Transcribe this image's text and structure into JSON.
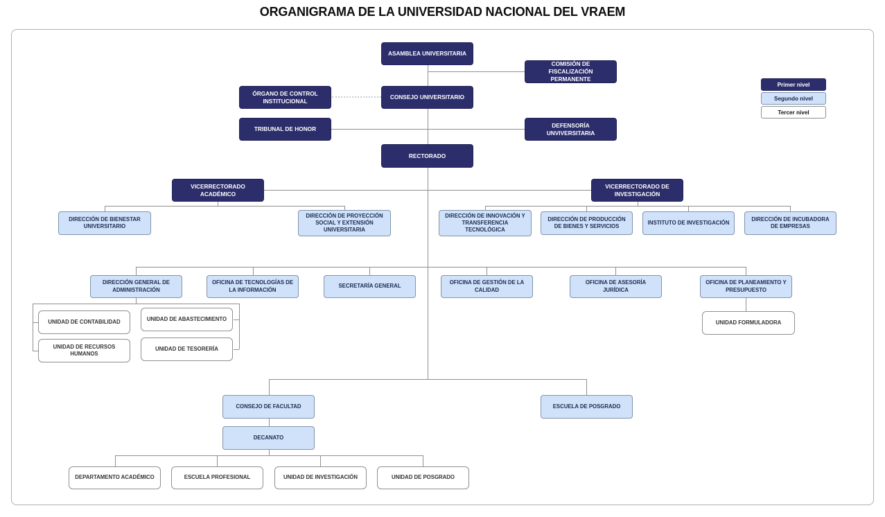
{
  "title": "ORGANIGRAMA DE LA UNIVERSIDAD NACIONAL DEL VRAEM",
  "legend": {
    "primer": "Primer nivel",
    "segundo": "Segundo nivel",
    "tercer": "Tercer nivel"
  },
  "colors": {
    "primer_nivel": "#2c2d6b",
    "segundo_nivel": "#cfe2f9",
    "tercer_nivel": "#ffffff",
    "connector": "#8f8f8f"
  },
  "nodes": {
    "asamblea": {
      "label": "ASAMBLEA UNIVERSITARIA",
      "level": 1
    },
    "comision": {
      "label": "COMISIÓN DE FISCALIZACIÓN PERMANENTE",
      "level": 1
    },
    "organo": {
      "label": "ÓRGANO DE CONTROL INSTITUCIONAL",
      "level": 1
    },
    "consejo_u": {
      "label": "CONSEJO UNIVERSITARIO",
      "level": 1
    },
    "tribunal": {
      "label": "TRIBUNAL DE HONOR",
      "level": 1
    },
    "defensoria": {
      "label": "DEFENSORÍA UNVIVERSITARIA",
      "level": 1
    },
    "rectorado": {
      "label": "RECTORADO",
      "level": 1
    },
    "vra": {
      "label": "VICERRECTORADO ACADÉMICO",
      "level": 1
    },
    "vri": {
      "label": "VICERRECTORADO DE INVESTIGACIÓN",
      "level": 1
    },
    "bienestar": {
      "label": "DIRECCIÓN DE BIENESTAR UNIVERSITARIO",
      "level": 2
    },
    "proyeccion": {
      "label": "DIRECCIÓN DE PROYECCIÓN SOCIAL Y EXTENSIÓN UNIVERSITARIA",
      "level": 2
    },
    "innovacion": {
      "label": "DIRECCIÓN DE INNOVACIÓN Y TRANSFERENCIA TECNOLÓGICA",
      "level": 2
    },
    "produccion": {
      "label": "DIRECCIÓN DE PRODUCCIÓN DE BIENES Y SERVICIOS",
      "level": 2
    },
    "instituto": {
      "label": "INSTITUTO DE INVESTIGACIÓN",
      "level": 2
    },
    "incubadora": {
      "label": "DIRECCIÓN DE INCUBADORA DE EMPRESAS",
      "level": 2
    },
    "dga": {
      "label": "DIRECCIÓN GENERAL DE ADMINISTRACIÓN",
      "level": 2
    },
    "oti": {
      "label": "OFICINA DE TECNOLOGÍAS DE LA INFORMACIÓN",
      "level": 2
    },
    "secretaria": {
      "label": "SECRETARÍA GENERAL",
      "level": 2
    },
    "calidad": {
      "label": "OFICINA DE GESTIÓN DE LA CALIDAD",
      "level": 2
    },
    "juridica": {
      "label": "OFICINA DE ASESORÍA JURÍDICA",
      "level": 2
    },
    "planeamiento": {
      "label": "OFICINA DE PLANEAMIENTO Y PRESUPUESTO",
      "level": 2
    },
    "contabilidad": {
      "label": "UNIDAD DE CONTABILIDAD",
      "level": 3
    },
    "abastecimiento": {
      "label": "UNIDAD DE ABASTECIMIENTO",
      "level": 3
    },
    "rrhh": {
      "label": "UNIDAD DE RECURSOS HUMANOS",
      "level": 3
    },
    "tesoreria": {
      "label": "UNIDAD DE TESORERÍA",
      "level": 3
    },
    "formuladora": {
      "label": "UNIDAD FORMULADORA",
      "level": 3
    },
    "consejo_f": {
      "label": "CONSEJO DE FACULTAD",
      "level": 2
    },
    "escuela_pos": {
      "label": "ESCUELA DE POSGRADO",
      "level": 2
    },
    "decanato": {
      "label": "DECANATO",
      "level": 2
    },
    "depto": {
      "label": "DEPARTAMENTO ACADÉMICO",
      "level": 3
    },
    "esc_prof": {
      "label": "ESCUELA PROFESIONAL",
      "level": 3
    },
    "unid_inv": {
      "label": "UNIDAD DE INVESTIGACIÓN",
      "level": 3
    },
    "unid_pos": {
      "label": "UNIDAD DE POSGRADO",
      "level": 3
    }
  },
  "edges": [
    [
      "asamblea",
      "comision"
    ],
    [
      "asamblea",
      "consejo_u"
    ],
    [
      "organo",
      "consejo_u"
    ],
    [
      "consejo_u",
      "tribunal"
    ],
    [
      "consejo_u",
      "defensoria"
    ],
    [
      "consejo_u",
      "rectorado"
    ],
    [
      "rectorado",
      "vra"
    ],
    [
      "rectorado",
      "vri"
    ],
    [
      "vra",
      "bienestar"
    ],
    [
      "vra",
      "proyeccion"
    ],
    [
      "vri",
      "innovacion"
    ],
    [
      "vri",
      "produccion"
    ],
    [
      "vri",
      "instituto"
    ],
    [
      "vri",
      "incubadora"
    ],
    [
      "rectorado",
      "dga"
    ],
    [
      "rectorado",
      "oti"
    ],
    [
      "rectorado",
      "secretaria"
    ],
    [
      "rectorado",
      "calidad"
    ],
    [
      "rectorado",
      "juridica"
    ],
    [
      "rectorado",
      "planeamiento"
    ],
    [
      "dga",
      "contabilidad"
    ],
    [
      "dga",
      "abastecimiento"
    ],
    [
      "dga",
      "rrhh"
    ],
    [
      "dga",
      "tesoreria"
    ],
    [
      "planeamiento",
      "formuladora"
    ],
    [
      "rectorado",
      "consejo_f"
    ],
    [
      "rectorado",
      "escuela_pos"
    ],
    [
      "consejo_f",
      "decanato"
    ],
    [
      "decanato",
      "depto"
    ],
    [
      "decanato",
      "esc_prof"
    ],
    [
      "decanato",
      "unid_inv"
    ],
    [
      "decanato",
      "unid_pos"
    ]
  ]
}
